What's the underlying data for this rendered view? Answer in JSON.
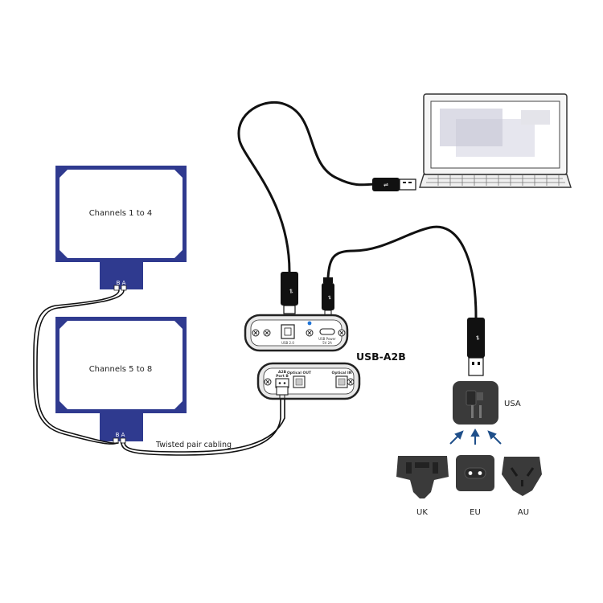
{
  "panels": {
    "top_label": "Channels 1 to 4",
    "bottom_label": "Channels 5 to 8",
    "terminal_b": "B",
    "terminal_a": "A",
    "cabling_label": "Twisted pair cabling"
  },
  "device": {
    "name": "USB-A2B",
    "front": {
      "usb_label": "USB 2.0",
      "power_label_line1": "USB Power",
      "power_label_line2": "5V 2A"
    },
    "back": {
      "a2b_label_line1": "A2B",
      "a2b_label_line2": "Port B",
      "optical_out_label": "Optical OUT",
      "optical_in_label": "Optical IN"
    }
  },
  "adapters": {
    "usa": "USA",
    "uk": "UK",
    "eu": "EU",
    "au": "AU"
  },
  "colors": {
    "panel_blue": "#2f3a8f",
    "led_blue": "#1e73d6",
    "arrow_blue": "#1f4f8a",
    "adapter_gray": "#3a3a3a"
  }
}
